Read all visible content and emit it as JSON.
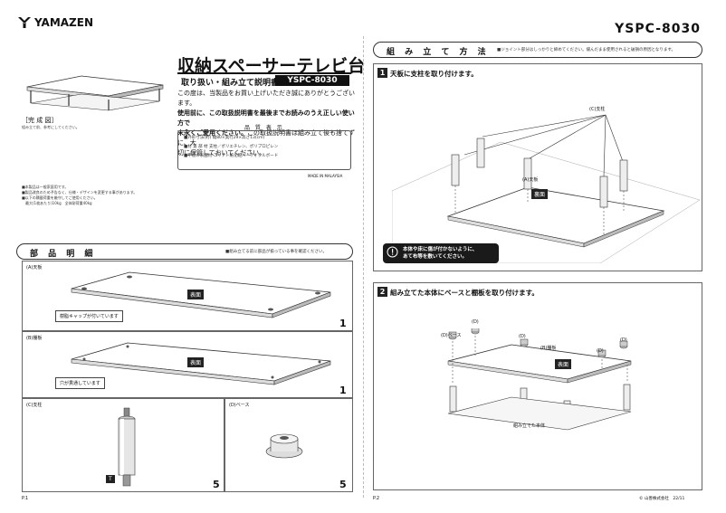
{
  "brand": "YAMAZEN",
  "model_top": "YSPC-8030",
  "title": "収納スペーサーテレビ台",
  "subtitle": "取り扱い・組み立て説明書",
  "model_badge": "YSPC-8030",
  "intro": {
    "line1": "この度は、当製品をお買い上げいただき誠にありがとうございます。",
    "line2": "使用前に、この取扱説明書を最後までお読みのうえ正しい使い方で",
    "line3": "末永くご愛用ください。",
    "line3b": "この取扱説明書は組み立て後も捨てずに、大",
    "line4": "切に保管しておいてください。"
  },
  "spec": {
    "title": "品 質 表 示",
    "row1": "■外形寸法(約)  幅80×奥行29×高さ13(cm)",
    "row2": "■材 質 部 材  支柱／ポリエチレン、ポリプロピレン",
    "row3": "■甲板の表面材  コリテト紙化粧パーティクルボード",
    "made": "MADE IN MALAYSIA"
  },
  "complete": {
    "label": "［完 成 図］",
    "note": "組み立て前、参考にしてください。"
  },
  "notes": [
    "■本製品は一般家庭用です。",
    "■製品改良のため予告なく、仕様・デザインを変更する事があります。",
    "■以下の積載荷重を厳守してご使用ください。",
    "　最大(1枚あたり)10kg　全体耐荷重40kg"
  ],
  "parts": {
    "heading": "部 品 明 細",
    "note": "■組み立てる前に部品が揃っている事を確認ください。",
    "a": {
      "label": "(A)天板",
      "callout": "樹脂キャップが付いています",
      "omote": "表面",
      "qty": "1"
    },
    "b": {
      "label": "(B)棚板",
      "callout": "穴が貫通しています",
      "omote": "表面",
      "qty": "1"
    },
    "c": {
      "label": "(C)支柱",
      "qty": "5",
      "tag": "T"
    },
    "d": {
      "label": "(D)ベース",
      "qty": "5"
    },
    "page": "P.1"
  },
  "assembly": {
    "heading": "組 み 立 て 方 法",
    "note": "■ジョイント部分はしっかりと締めてください。緩んだまま使用されると破損の原因となります。",
    "step1": {
      "num": "1",
      "title": "天板に支柱を取り付けます。",
      "c_label": "(C)支柱",
      "a_label": "(A)天板",
      "omote": "裏面",
      "warn1": "本体や床に傷が付かないように、",
      "warn2": "あて布等を敷いてください。"
    },
    "step2": {
      "num": "2",
      "title": "組み立てた本体にベースと棚板を取り付けます。",
      "d_base": "(D)ベース",
      "d1": "(D)",
      "d2": "(D)",
      "d3": "(D)",
      "d4": "(D)",
      "b_label": "(B)棚板",
      "omote": "表面",
      "body_label": "組み立てた本体"
    },
    "page": "P.2",
    "footer": "© 山善株式会社　22/11"
  }
}
